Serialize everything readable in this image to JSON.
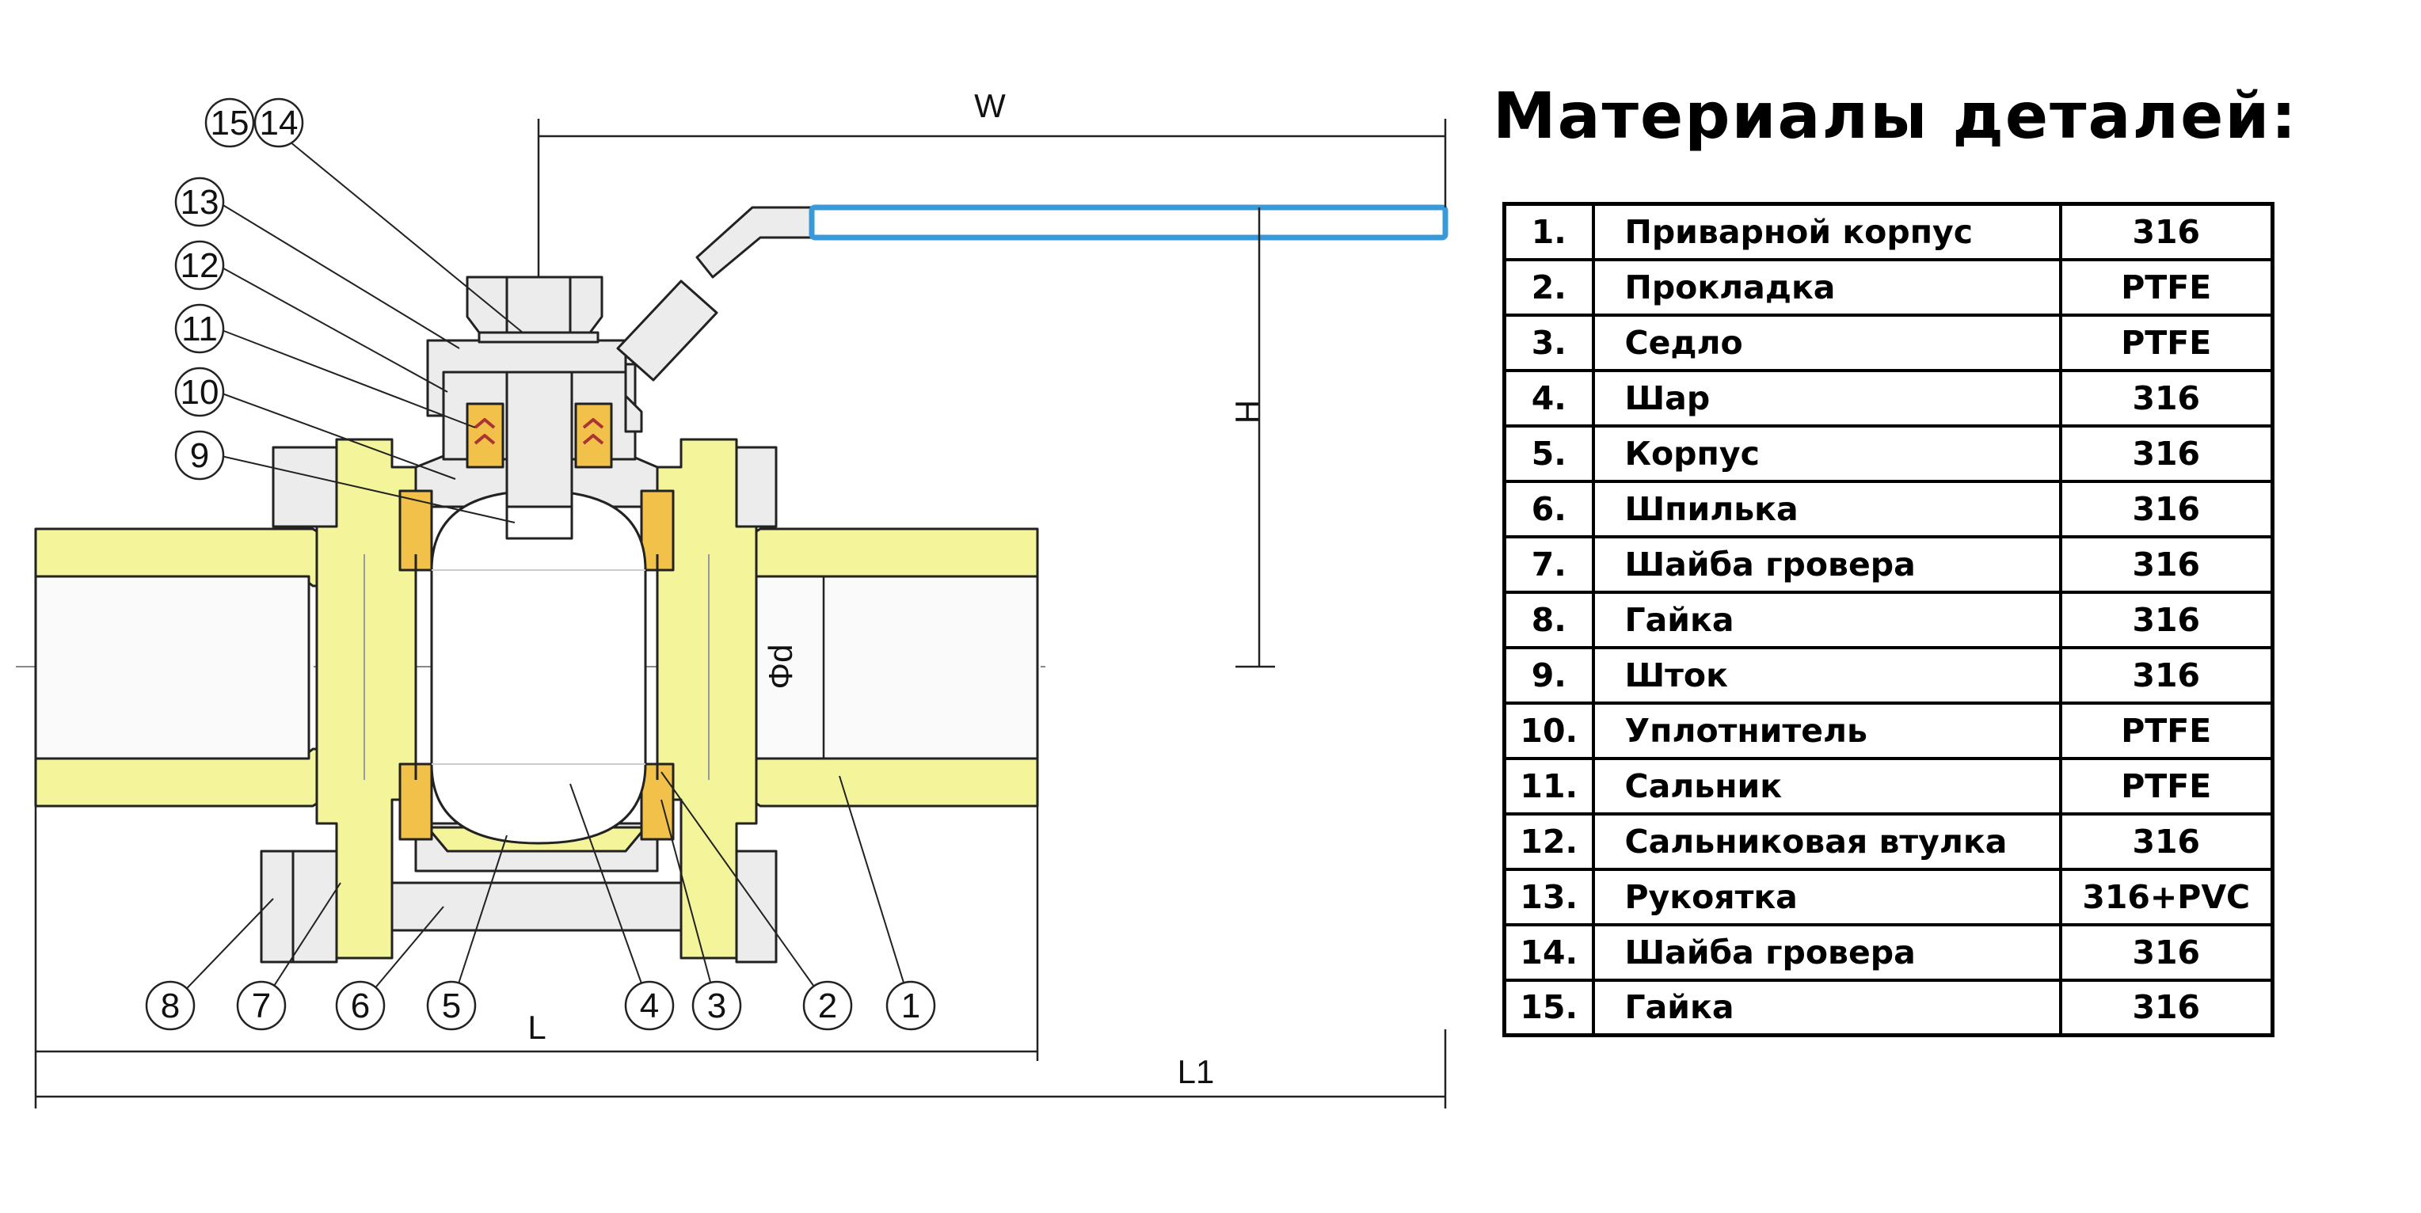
{
  "title": "Материалы деталей:",
  "dimensions": {
    "w": "W",
    "h": "H",
    "d": "Φd",
    "l": "L",
    "l1": "L1"
  },
  "callouts": [
    "15",
    "14",
    "13",
    "12",
    "11",
    "10",
    "9",
    "8",
    "7",
    "6",
    "5",
    "4",
    "3",
    "2",
    "1"
  ],
  "parts": [
    {
      "no": "1.",
      "name": "Приварной корпус",
      "material": "316"
    },
    {
      "no": "2.",
      "name": "Прокладка",
      "material": "PTFE"
    },
    {
      "no": "3.",
      "name": "Седло",
      "material": "PTFE"
    },
    {
      "no": "4.",
      "name": "Шар",
      "material": "316"
    },
    {
      "no": "5.",
      "name": "Корпус",
      "material": "316"
    },
    {
      "no": "6.",
      "name": "Шпилька",
      "material": "316"
    },
    {
      "no": "7.",
      "name": "Шайба гровера",
      "material": "316"
    },
    {
      "no": "8.",
      "name": "Гайка",
      "material": "316"
    },
    {
      "no": "9.",
      "name": "Шток",
      "material": "316"
    },
    {
      "no": "10.",
      "name": "Уплотнитель",
      "material": "PTFE"
    },
    {
      "no": "11.",
      "name": "Сальник",
      "material": "PTFE"
    },
    {
      "no": "12.",
      "name": "Сальниковая втулка",
      "material": "316"
    },
    {
      "no": "13.",
      "name": "Рукоятка",
      "material": "316+PVC"
    },
    {
      "no": "14.",
      "name": "Шайба гровера",
      "material": "316"
    },
    {
      "no": "15.",
      "name": "Гайка",
      "material": "316"
    }
  ],
  "colors": {
    "weld_body": "#f4f59a",
    "seat_ptfe": "#f2c14a",
    "steel": "#ececec",
    "handle_grip": "#3a9ad9",
    "line": "#222222"
  }
}
